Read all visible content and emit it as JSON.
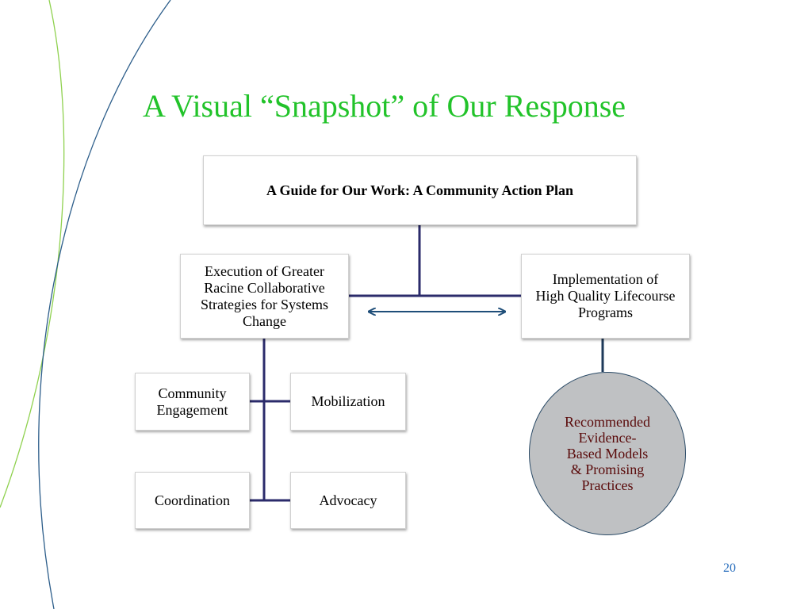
{
  "slide": {
    "title": "A Visual “Snapshot” of Our Response",
    "page_number": "20"
  },
  "diagram": {
    "top_box": "A Guide for Our Work: A Community Action Plan",
    "left_box": "Execution of Greater\nRacine Collaborative\nStrategies for Systems\nChange",
    "right_box": "Implementation of\nHigh Quality Lifecourse\nPrograms",
    "community_engagement": "Community\nEngagement",
    "mobilization": "Mobilization",
    "coordination": "Coordination",
    "advocacy": "Advocacy",
    "circle": "Recommended\nEvidence-\nBased  Models\n& Promising\nPractices"
  },
  "colors": {
    "title": "#22c32a",
    "connector": "#2b2b6b",
    "arrow": "#1f4e79",
    "circle_fill": "#bfc1c3",
    "circle_text": "#5a0a0a"
  }
}
